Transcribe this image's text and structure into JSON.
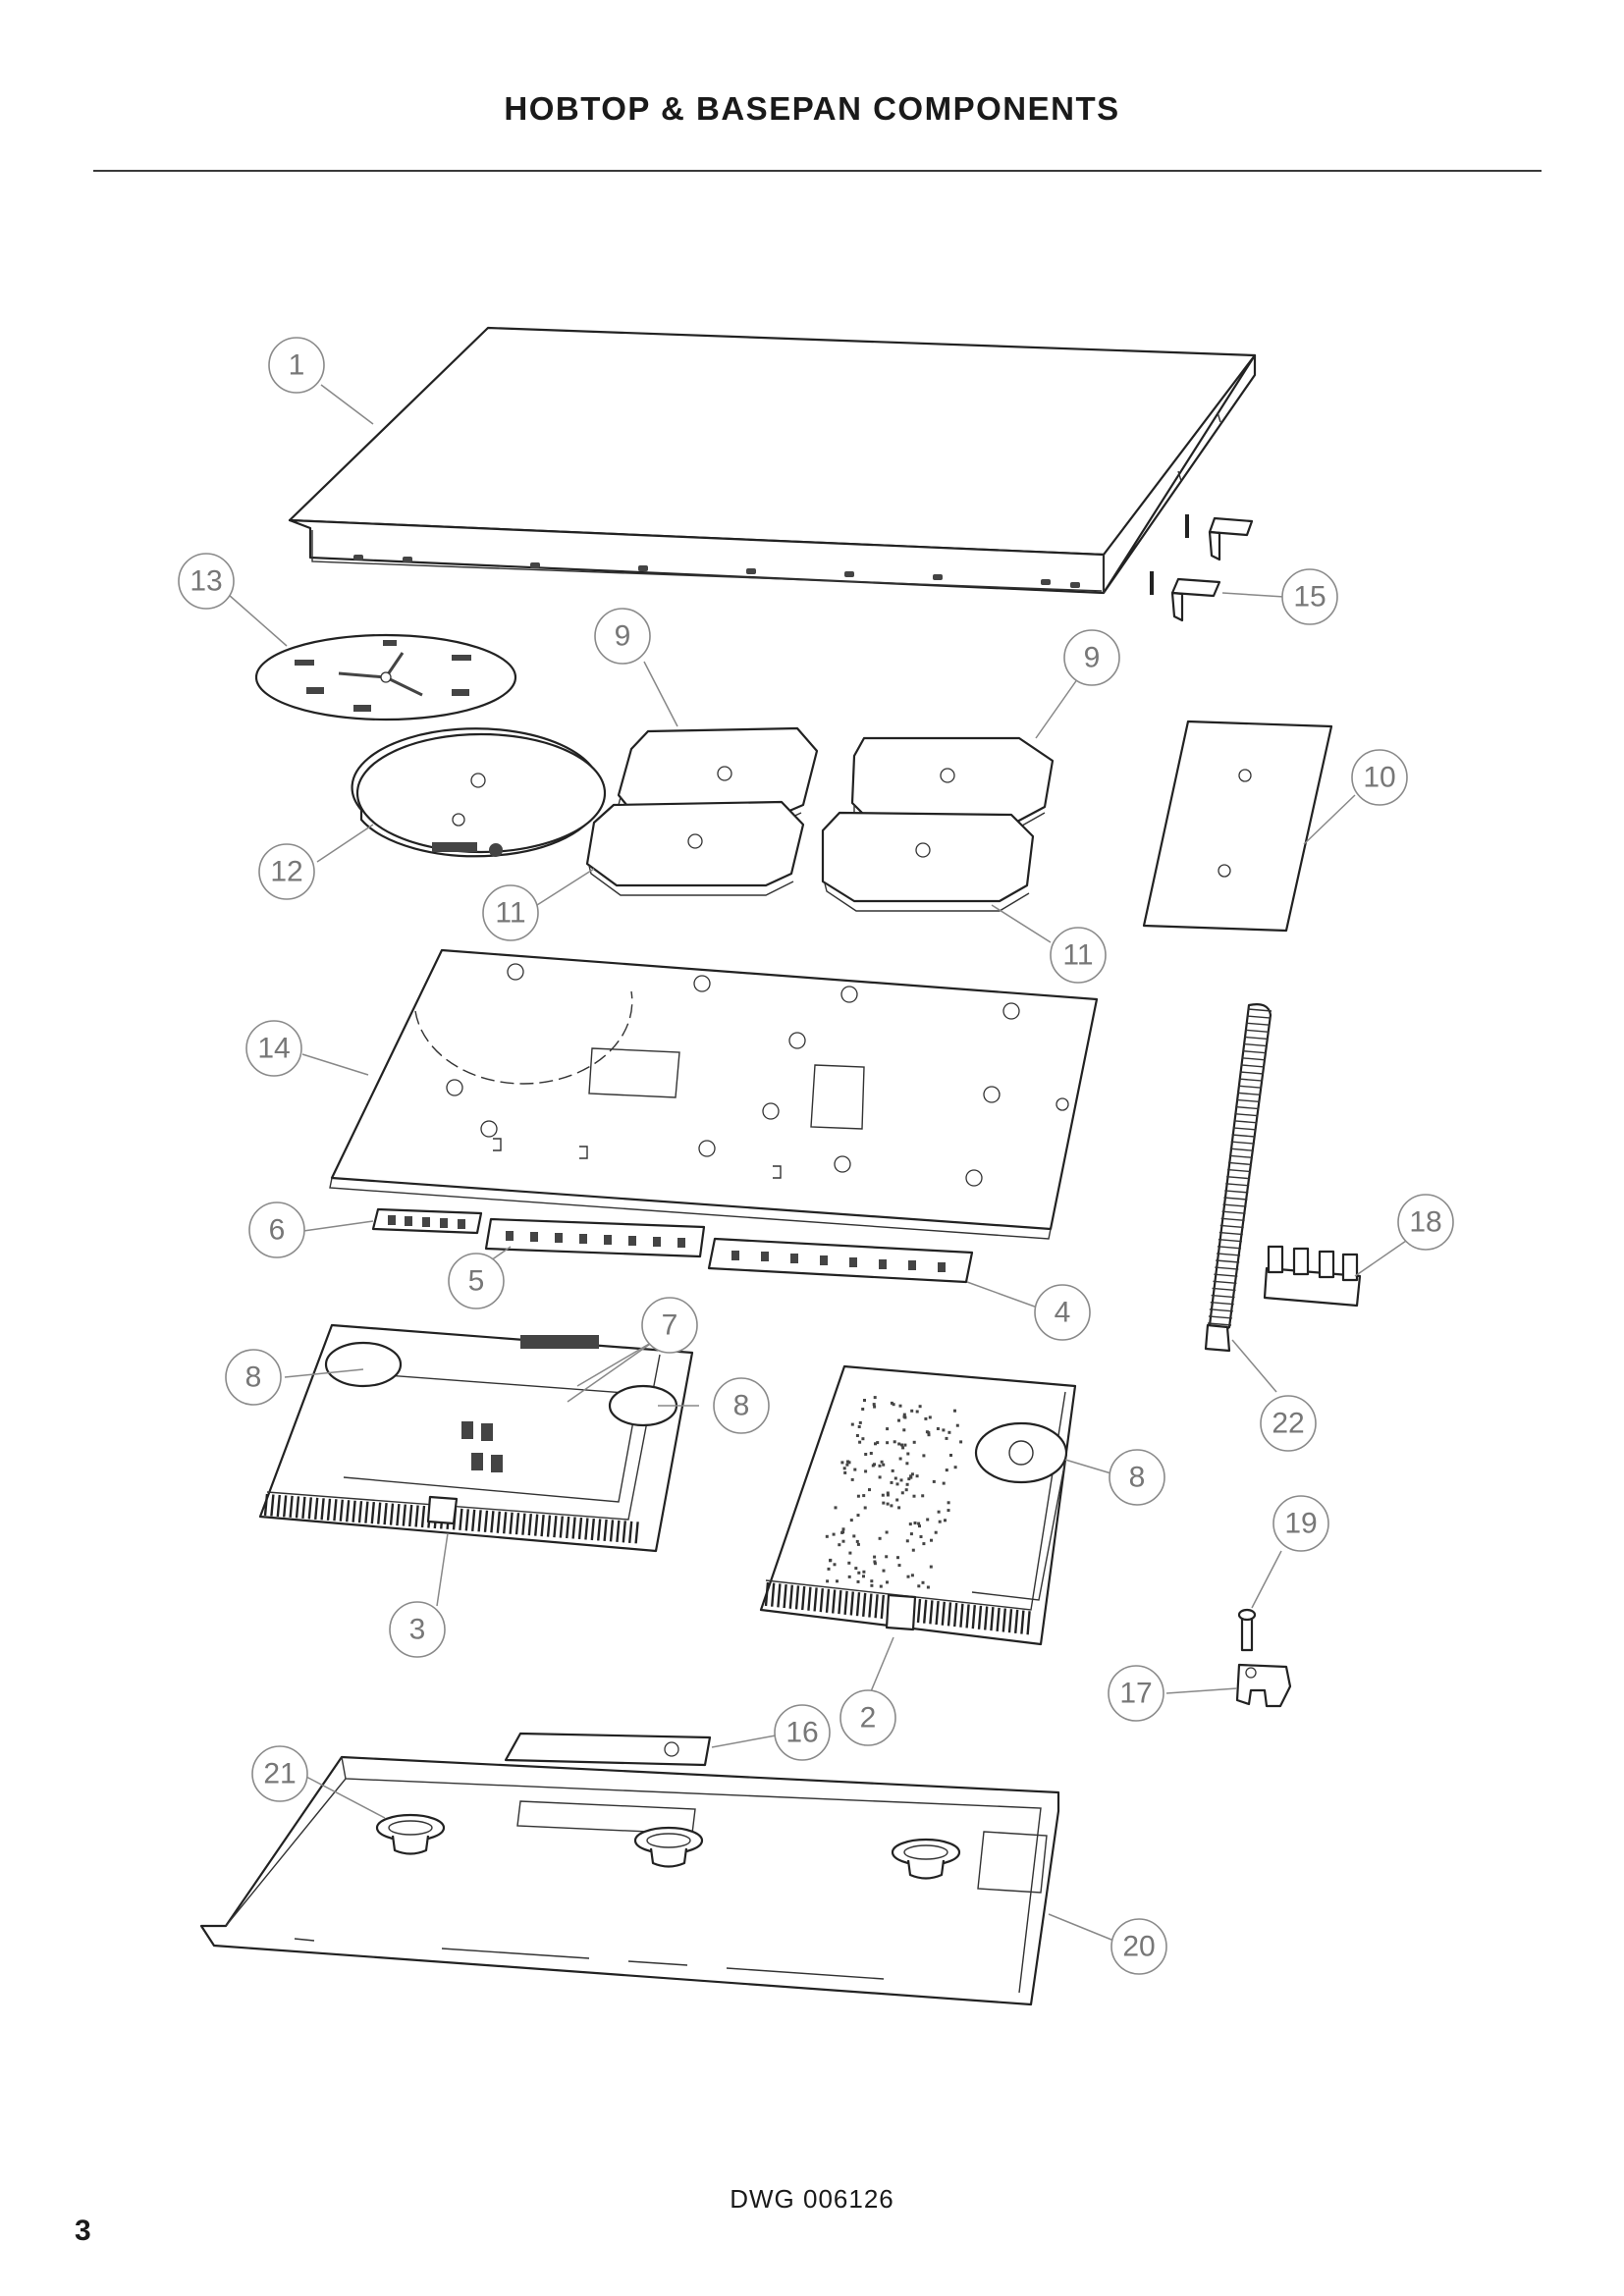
{
  "header": {
    "title": "HOBTOP & BASEPAN COMPONENTS"
  },
  "footer": {
    "drawing_number": "DWG 006126",
    "page_number": "3"
  },
  "callouts": [
    {
      "id": "c1",
      "label": "1"
    },
    {
      "id": "c13",
      "label": "13"
    },
    {
      "id": "c15",
      "label": "15"
    },
    {
      "id": "c9a",
      "label": "9"
    },
    {
      "id": "c9b",
      "label": "9"
    },
    {
      "id": "c10",
      "label": "10"
    },
    {
      "id": "c12",
      "label": "12"
    },
    {
      "id": "c11a",
      "label": "11"
    },
    {
      "id": "c11b",
      "label": "11"
    },
    {
      "id": "c14",
      "label": "14"
    },
    {
      "id": "c18",
      "label": "18"
    },
    {
      "id": "c6",
      "label": "6"
    },
    {
      "id": "c5",
      "label": "5"
    },
    {
      "id": "c4",
      "label": "4"
    },
    {
      "id": "c7",
      "label": "7"
    },
    {
      "id": "c8a",
      "label": "8"
    },
    {
      "id": "c8b",
      "label": "8"
    },
    {
      "id": "c8c",
      "label": "8"
    },
    {
      "id": "c22",
      "label": "22"
    },
    {
      "id": "c19",
      "label": "19"
    },
    {
      "id": "c3",
      "label": "3"
    },
    {
      "id": "c2",
      "label": "2"
    },
    {
      "id": "c17",
      "label": "17"
    },
    {
      "id": "c16",
      "label": "16"
    },
    {
      "id": "c21",
      "label": "21"
    },
    {
      "id": "c20",
      "label": "20"
    }
  ]
}
